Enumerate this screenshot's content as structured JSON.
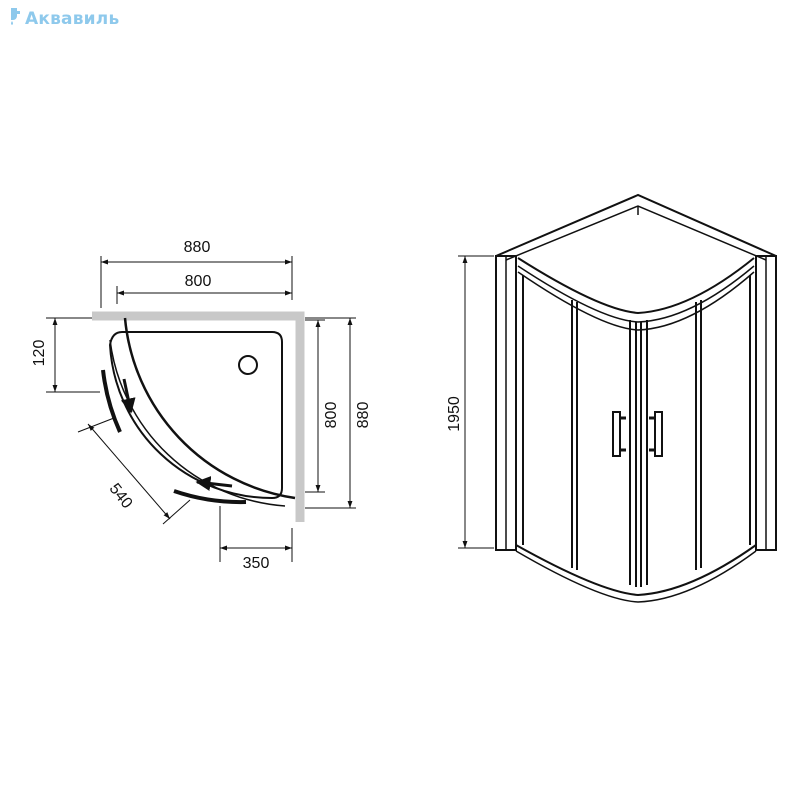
{
  "brand": {
    "name": "Аквавиль",
    "color": "#8ec9ec",
    "icon": "faucet-icon"
  },
  "plan_view": {
    "dimensions": {
      "overall_width": "880",
      "inner_width": "800",
      "side_offset": "120",
      "inner_depth": "800",
      "overall_depth": "880",
      "door_arc": "540",
      "bottom_offset": "350"
    },
    "arrow_icons": [
      "arrow-down-icon",
      "arrow-left-icon"
    ]
  },
  "elevation_view": {
    "dimensions": {
      "height": "1950"
    },
    "handle_icons": [
      "door-handle-icon",
      "door-handle-icon"
    ]
  },
  "colors": {
    "line": "#111111",
    "wall": "#c8c8c8"
  }
}
